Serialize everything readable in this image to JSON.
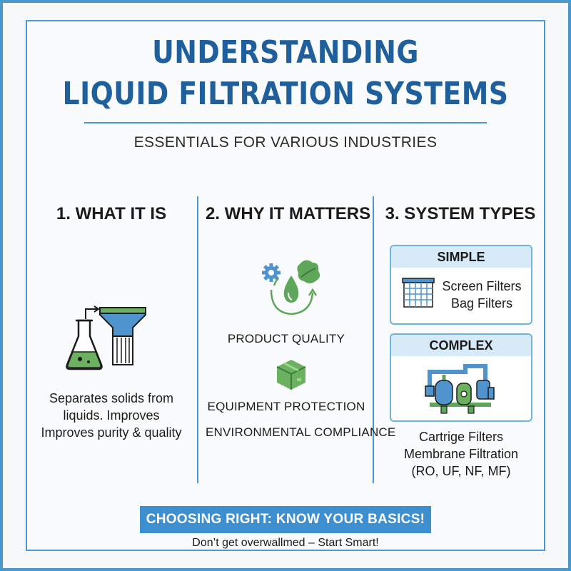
{
  "header": {
    "title_line1": "UNDERSTANDING",
    "title_line2": "LIQUID FILTRATION SYSTEMS",
    "subtitle": "ESSENTIALS FOR VARIOUS INDUSTRIES"
  },
  "columns": [
    {
      "heading": "1. WHAT IT IS",
      "icon": "flask-funnel-filter-icon",
      "text_lines": [
        "Separates solids from",
        "liquids. Improves",
        "Improves purity & quality"
      ]
    },
    {
      "heading": "2. WHY IT MATTERS",
      "icons": [
        "gear-drop-leaf-cycle-icon",
        "package-box-icon"
      ],
      "items": [
        "PRODUCT QUALITY",
        "EQUIPMENT PROTECTION",
        "ENVIRONMENTAL COMPLIANCE"
      ]
    },
    {
      "heading": "3. SYSTEM TYPES",
      "cards": [
        {
          "title": "SIMPLE",
          "icon": "screen-filter-grid-icon",
          "items": [
            "Screen Filters",
            "Bag Filters"
          ]
        },
        {
          "title": "COMPLEX",
          "icon": "membrane-piping-system-icon",
          "items": []
        }
      ],
      "complex_items": [
        "Cartrige Filters",
        "Membrane Filtration",
        "(RO, UF, NF, MF)"
      ]
    }
  ],
  "footer": {
    "banner": "CHOOSING RIGHT: KNOW YOUR BASICS!",
    "tagline": "Don’t get overwallmed – Start Smart!"
  },
  "colors": {
    "primary_blue": "#1f5f9c",
    "accent_blue": "#4a98cf",
    "green": "#5ea65a",
    "light_blue": "#d7eaf7"
  }
}
